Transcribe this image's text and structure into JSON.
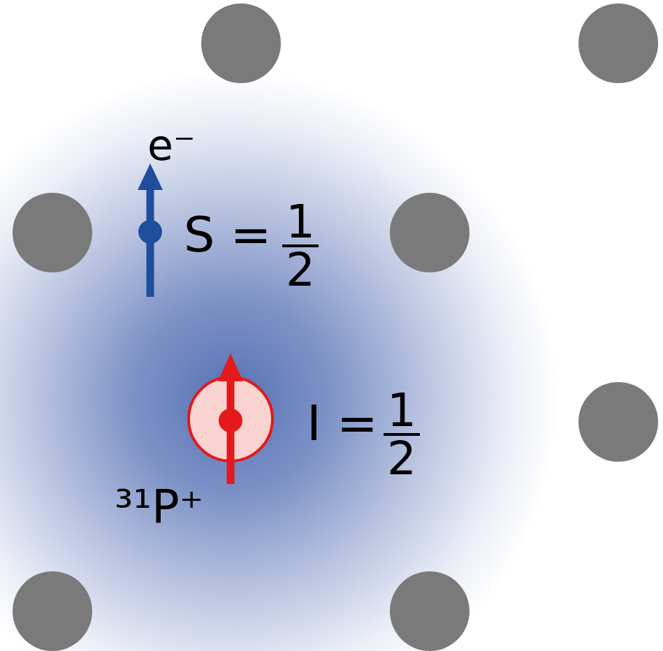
{
  "diagram": {
    "labels": [
      "e⁻",
      "S =",
      "1",
      "2",
      "I =",
      "1",
      "2",
      "³¹P⁺"
    ]
  }
}
